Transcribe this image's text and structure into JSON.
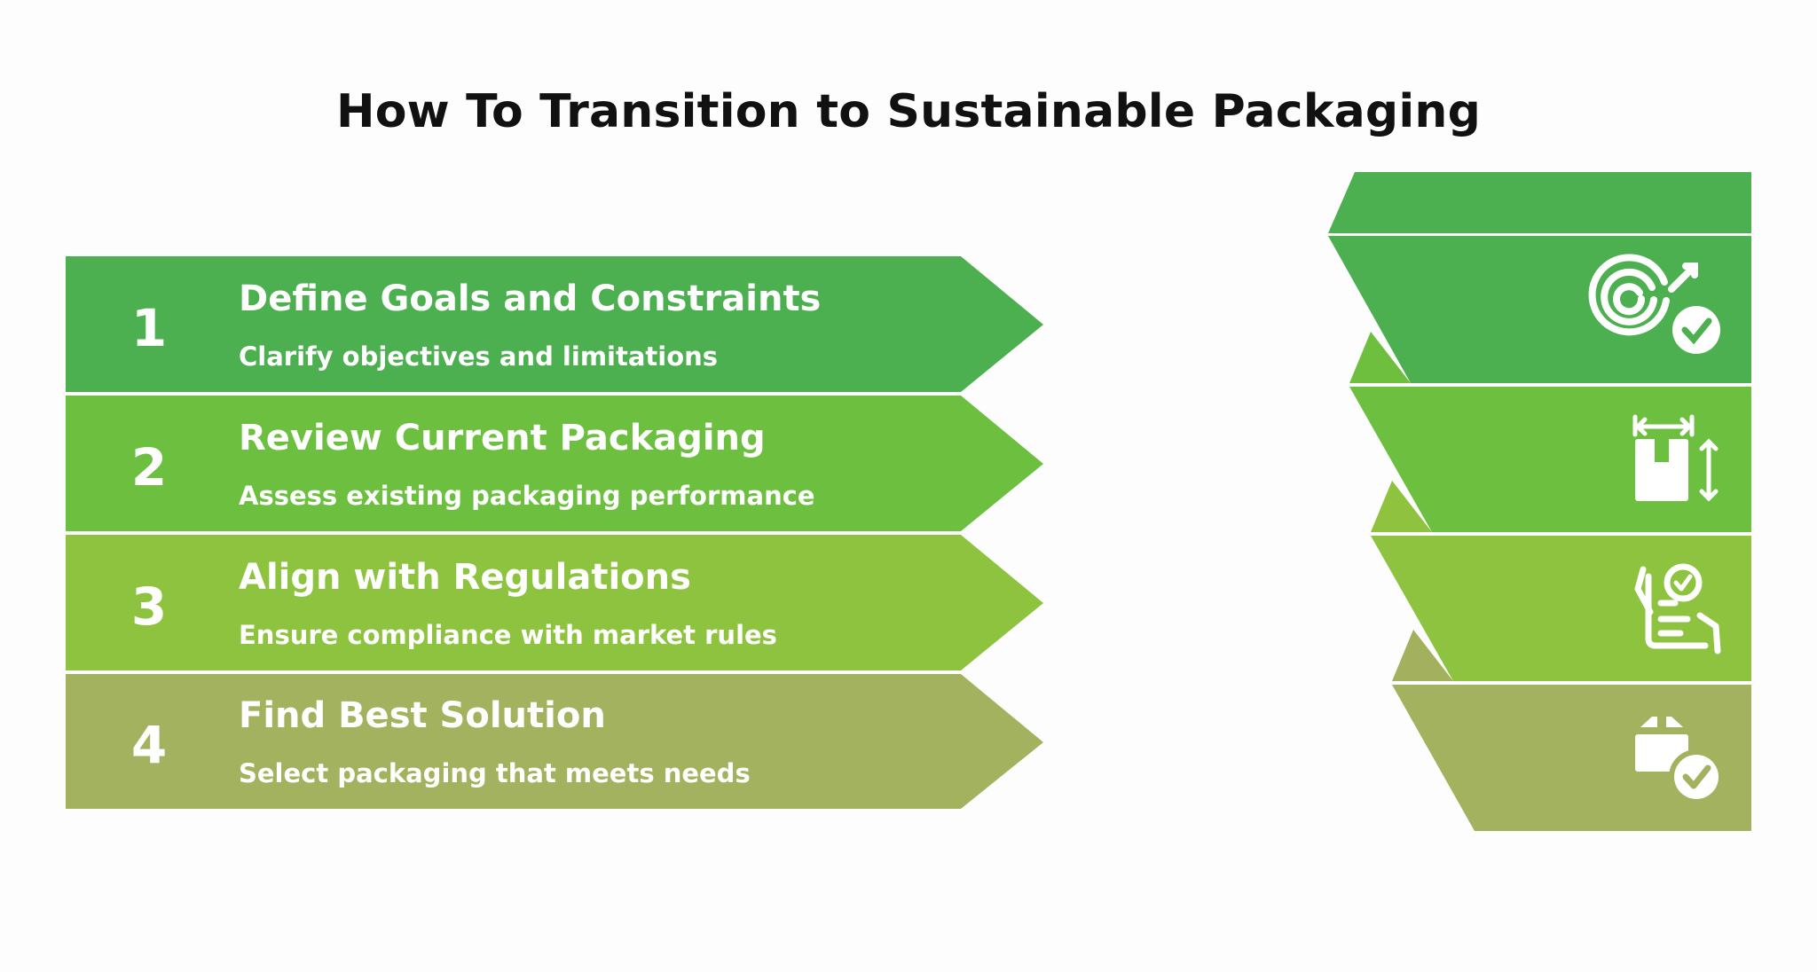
{
  "title": "How To Transition to Sustainable Packaging",
  "colors": {
    "background": "#fdfdfd",
    "top_band": "#4caf50",
    "text_light": "#ffffff",
    "title_text": "#111111"
  },
  "steps": [
    {
      "number": "1",
      "title": "Define Goals and Constraints",
      "description": "Clarify objectives and limitations",
      "color": "#4caf50",
      "fold_color": "#6fbf3f",
      "icon": "target-check-icon"
    },
    {
      "number": "2",
      "title": "Review Current Packaging",
      "description": "Assess existing packaging performance",
      "color": "#6cbf3f",
      "fold_color": "#8fc23f",
      "icon": "package-dimensions-icon"
    },
    {
      "number": "3",
      "title": "Align with Regulations",
      "description": "Ensure compliance with market rules",
      "color": "#8dc33f",
      "fold_color": "#a3b15e",
      "icon": "compliance-checklist-icon"
    },
    {
      "number": "4",
      "title": "Find Best Solution",
      "description": "Select packaging that meets needs",
      "color": "#a3b25f",
      "fold_color": "#a3b25f",
      "icon": "package-approved-icon"
    }
  ]
}
